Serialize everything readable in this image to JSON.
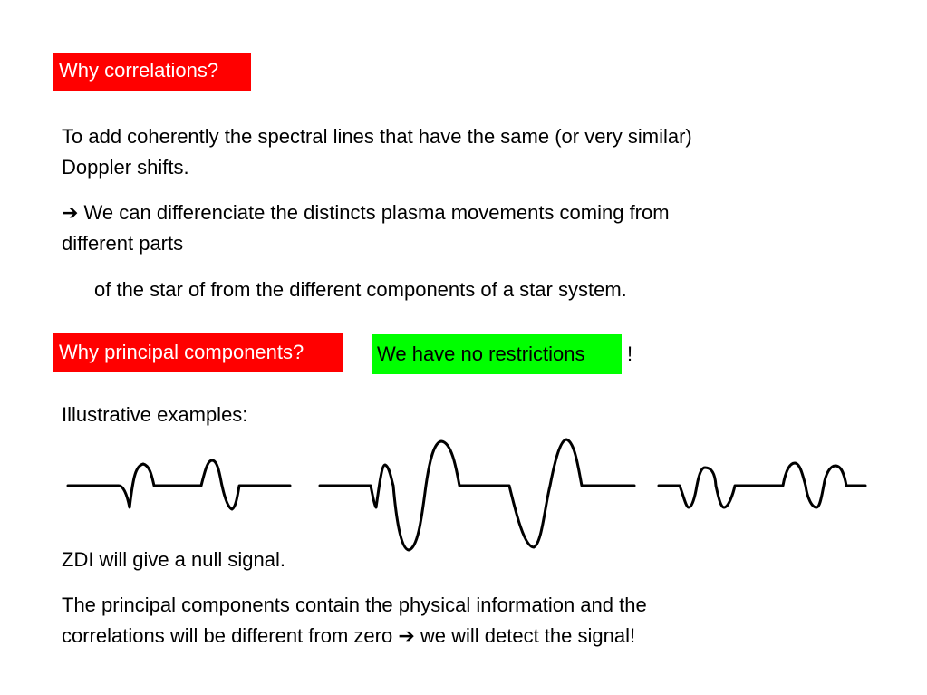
{
  "heading1": "Why correlations?",
  "para1_line1": "To add coherently the spectral lines that have the same (or very similar)",
  "para1_line2": "Doppler shifts.",
  "para2_arrow": "➔",
  "para2_line1": " We can differenciate the distincts plasma movements coming from",
  "para2_line2": "different parts",
  "para2_line3": "of the star of from the different components of a star system.",
  "heading2": "Why principal components?",
  "no_restrictions": "We have no restrictions",
  "exclamation": "!",
  "illustrative": "Illustrative examples:",
  "zdi_text": "ZDI will give a null signal.",
  "final_line1": "The principal components contain the physical information and the",
  "final_line2_a": "correlations will be different from zero ",
  "final_arrow": "➔",
  "final_line2_b": " we will detect the signal!",
  "figure": {
    "profiles": [
      "profile-a",
      "profile-b",
      "profile-c"
    ],
    "stroke_color": "#000000"
  },
  "colors": {
    "heading_bg": "#ff0000",
    "highlight_bg": "#00ff00"
  }
}
